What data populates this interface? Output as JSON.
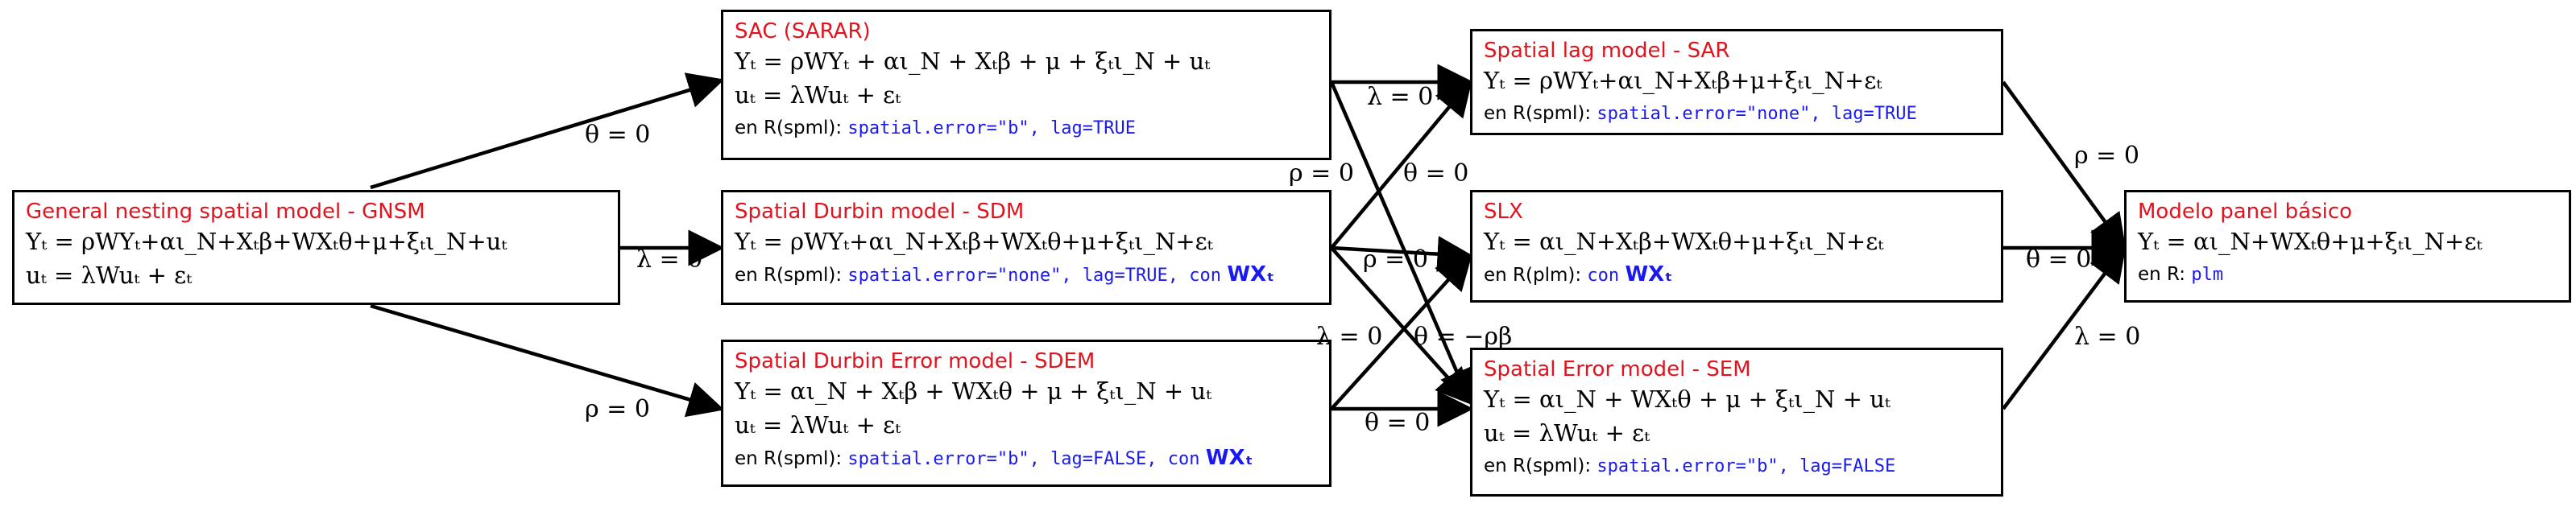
{
  "boxes": {
    "gnsm": {
      "title": "General nesting spatial model - GNSM",
      "eq1": "Yₜ = ρWYₜ+αι_N+Xₜβ+WXₜθ+μ+ξₜι_N+uₜ",
      "eq2": "uₜ = λWuₜ + εₜ"
    },
    "sac": {
      "title": "SAC (SARAR)",
      "eq1": "Yₜ = ρWYₜ + αι_N + Xₜβ + μ + ξₜι_N + uₜ",
      "eq2": "uₜ = λWuₜ + εₜ",
      "code_prefix": "en R(spml):",
      "code": "spatial.error=\"b\", lag=TRUE"
    },
    "sdm": {
      "title": "Spatial Durbin model - SDM",
      "eq1": "Yₜ = ρWYₜ+αι_N+Xₜβ+WXₜθ+μ+ξₜι_N+εₜ",
      "code_prefix": "en R(spml):",
      "code": "spatial.error=\"none\", lag=TRUE, con",
      "code_wx": "WXₜ"
    },
    "sdem": {
      "title": "Spatial Durbin Error model - SDEM",
      "eq1": "Yₜ = αι_N + Xₜβ + WXₜθ + μ + ξₜι_N + uₜ",
      "eq2": "uₜ = λWuₜ + εₜ",
      "code_prefix": "en R(spml):",
      "code": "spatial.error=\"b\", lag=FALSE, con",
      "code_wx": "WXₜ"
    },
    "sar": {
      "title": "Spatial lag model - SAR",
      "eq1": "Yₜ = ρWYₜ+αι_N+Xₜβ+μ+ξₜι_N+εₜ",
      "code_prefix": "en R(spml):",
      "code": "spatial.error=\"none\", lag=TRUE"
    },
    "slx": {
      "title": "SLX",
      "eq1": "Yₜ = αι_N+Xₜβ+WXₜθ+μ+ξₜι_N+εₜ",
      "code_prefix": "en R(plm):",
      "code": "con",
      "code_wx": "WXₜ"
    },
    "sem": {
      "title": "Spatial Error model - SEM",
      "eq1": "Yₜ = αι_N + WXₜθ + μ + ξₜι_N + uₜ",
      "eq2": "uₜ = λWuₜ + εₜ",
      "code_prefix": "en R(spml):",
      "code": "spatial.error=\"b\", lag=FALSE"
    },
    "panel": {
      "title": "Modelo panel básico",
      "eq1": "Yₜ = αι_N+WXₜθ+μ+ξₜι_N+εₜ",
      "code_prefix": "en R:",
      "code": "plm"
    }
  },
  "edge_labels": {
    "gnsm_sac": "θ = 0",
    "gnsm_sdm": "λ = 0",
    "gnsm_sdem": "ρ = 0",
    "sac_sar": "λ = 0",
    "sac_sem": "ρ = 0",
    "sdm_sar": "θ = 0",
    "sdm_slx": "ρ = 0",
    "sdm_sem": "θ = −ρβ",
    "sdem_slx": "λ = 0",
    "sdem_sem": "θ = 0",
    "sar_panel": "ρ = 0",
    "slx_panel": "θ = 0",
    "sem_panel": "λ = 0"
  }
}
